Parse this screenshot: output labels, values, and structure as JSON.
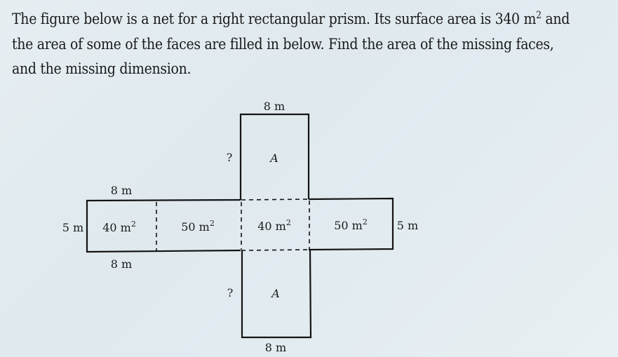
{
  "problem": {
    "line1_pre": "The figure below is a net for a right rectangular prism. Its surface area is 340 m",
    "line1_sup": "2",
    "line1_post": " and",
    "line2": "the area of some of the faces are filled in below. Find the area of the missing faces,",
    "line3": "and the missing dimension."
  },
  "net": {
    "top_face": {
      "label": "A",
      "top_dim": "8 m",
      "side_dim": "?"
    },
    "bottom_face": {
      "label": "A",
      "bottom_dim": "8 m",
      "side_dim": "?"
    },
    "left_strip": {
      "top_dim": "8 m",
      "bottom_dim": "8 m",
      "left_dim": "5 m"
    },
    "faces": [
      {
        "value": "40 m",
        "sup": "2"
      },
      {
        "value": "50 m",
        "sup": "2"
      },
      {
        "value": "40 m",
        "sup": "2"
      },
      {
        "value": "50 m",
        "sup": "2"
      }
    ],
    "right_dim": "5 m"
  },
  "colors": {
    "line": "#141414",
    "background": "#e3ecf0"
  }
}
